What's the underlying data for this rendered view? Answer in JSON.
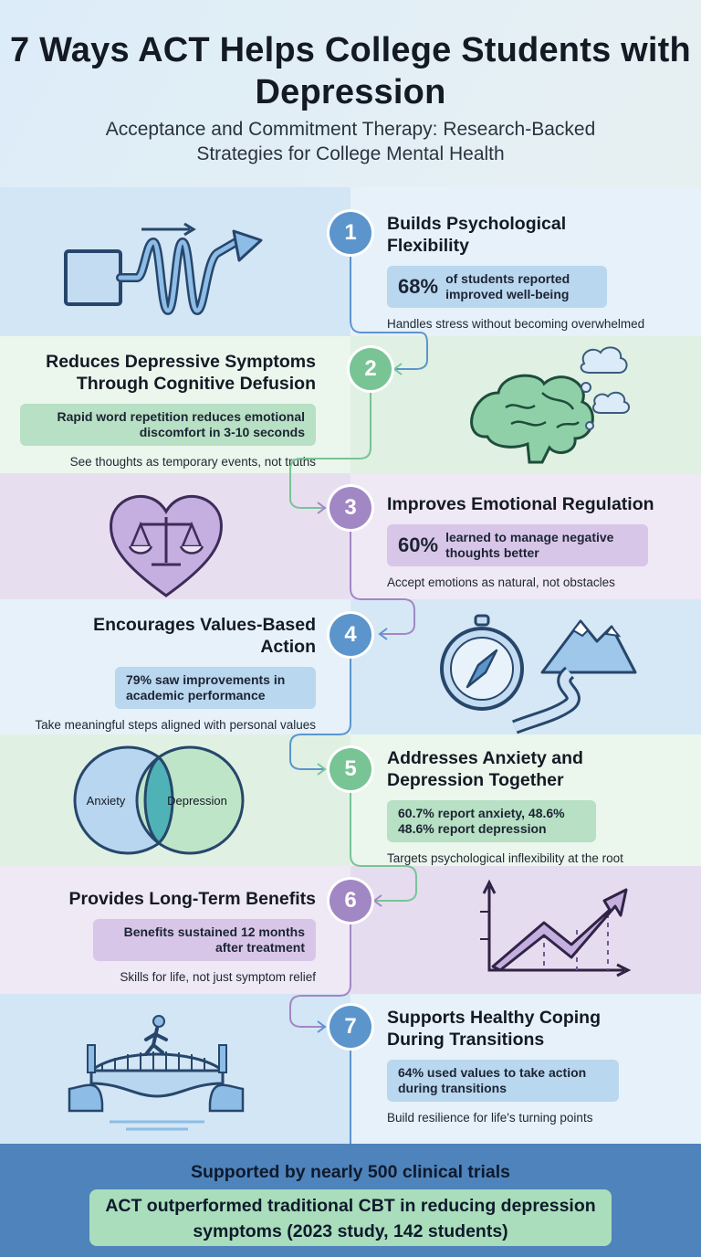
{
  "header": {
    "title": "7 Ways ACT Helps College Students with Depression",
    "subtitle": "Acceptance and Commitment Therapy: Research-Backed Strategies for College Mental Health"
  },
  "colors": {
    "blue": "#5b95cc",
    "green": "#78c495",
    "purple": "#a287c5",
    "footer": "#4e83bb"
  },
  "items": [
    {
      "number": "1",
      "title": "Builds Psychological Flexibility",
      "stat_big": "68%",
      "stat_text": "of students reported improved well-being",
      "note": "Handles stress without becoming overwhelmed",
      "icon": "flexibility-arrow-icon"
    },
    {
      "number": "2",
      "title": "Reduces Depressive Symptoms Through Cognitive Defusion",
      "stat_text": "Rapid word repetition reduces emotional discomfort in 3-10 seconds",
      "note": "See thoughts as temporary events, not truths",
      "icon": "brain-thought-icon"
    },
    {
      "number": "3",
      "title": "Improves Emotional Regulation",
      "stat_big": "60%",
      "stat_text": "learned to manage negative thoughts better",
      "note": "Accept emotions as natural, not obstacles",
      "icon": "heart-scales-icon"
    },
    {
      "number": "4",
      "title": "Encourages Values-Based Action",
      "stat_text": "79% saw improvements in academic performance",
      "note": "Take meaningful steps aligned with personal values",
      "icon": "compass-mountain-icon"
    },
    {
      "number": "5",
      "title": "Addresses Anxiety and Depression Together",
      "stat_text": "60.7% report anxiety, 48.6% 48.6% report depression",
      "note": "Targets psychological inflexibility at the root",
      "icon": "venn-diagram-icon",
      "venn_left": "Anxiety",
      "venn_right": "Depression"
    },
    {
      "number": "6",
      "title": "Provides Long-Term Benefits",
      "stat_text": "Benefits sustained 12 months after treatment",
      "note": "Skills for life, not just symptom relief",
      "icon": "growth-chart-icon"
    },
    {
      "number": "7",
      "title": "Supports Healthy Coping During Transitions",
      "stat_text": "64% used values to take action during transitions",
      "note": "Build resilience for life's turning points",
      "icon": "bridge-walker-icon"
    }
  ],
  "footer": {
    "line1": "Supported by nearly 500 clinical trials",
    "line2": "ACT outperformed traditional CBT in reducing depression",
    "line3": "symptoms (2023 study, 142 students)"
  }
}
